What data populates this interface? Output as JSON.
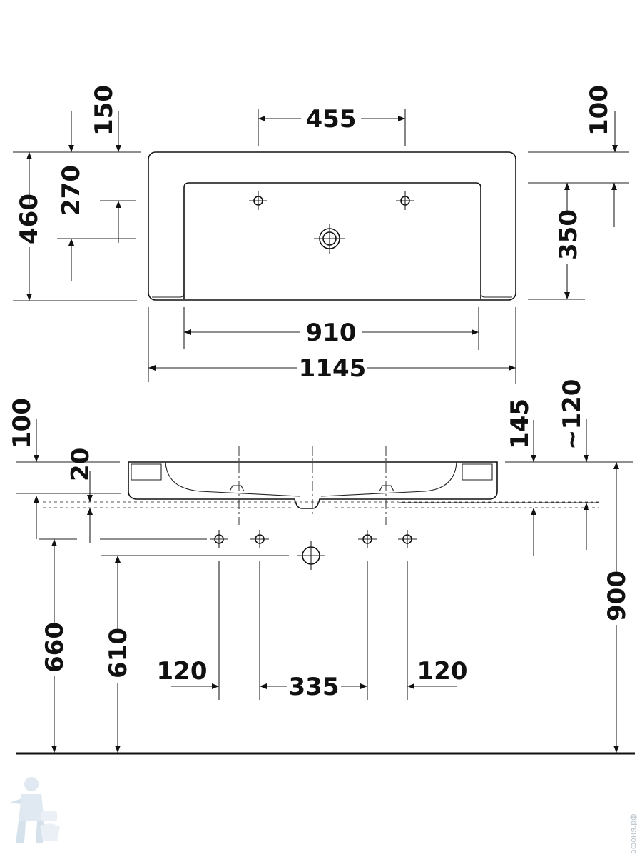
{
  "top_view": {
    "dims": {
      "d455": "455",
      "d150": "150",
      "d100": "100",
      "d460": "460",
      "d270": "270",
      "d350": "350",
      "d910": "910",
      "d1145": "1145"
    }
  },
  "front_view": {
    "dims": {
      "d100": "100",
      "d20": "20",
      "d145": "145",
      "d120approx": "~120",
      "d900": "900",
      "d660": "660",
      "d610": "610",
      "d120_left": "120",
      "d335": "335",
      "d120_right": "120"
    }
  },
  "watermark": {
    "text": "афоня.рф",
    "logo_icon": "plumber-mascot-icon"
  },
  "colors": {
    "line": "#111111",
    "watermark": "#b8c3cc"
  }
}
